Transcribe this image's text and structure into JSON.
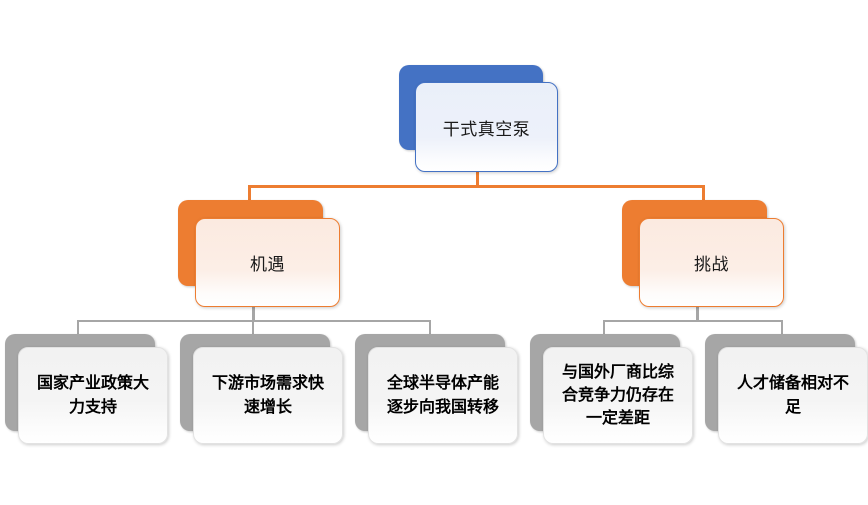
{
  "diagram": {
    "title": "干式真空泵",
    "type": "hierarchy-tree",
    "colors": {
      "root": "#4472C4",
      "branch": "#ED7D31",
      "leaf": "#A6A6A6",
      "root_fill": "#EAEFF9",
      "branch_fill": "#FBEAE0",
      "leaf_fill": "#F2F2F2",
      "connector_branch": "#ED7D31",
      "connector_leaf": "#A6A6A6",
      "text": "#000000",
      "background": "#FFFFFF"
    },
    "levels": [
      {
        "level": 1,
        "color": "#4472C4",
        "nodes": [
          {
            "id": "root",
            "label": "干式真空泵"
          }
        ]
      },
      {
        "level": 2,
        "color": "#ED7D31",
        "nodes": [
          {
            "id": "opportunity",
            "label": "机遇"
          },
          {
            "id": "challenge",
            "label": "挑战"
          }
        ]
      },
      {
        "level": 3,
        "color": "#A6A6A6",
        "nodes": [
          {
            "id": "leaf1",
            "label": "国家产业政策大\n力支持",
            "parent": "opportunity"
          },
          {
            "id": "leaf2",
            "label": "下游市场需求快\n速增长",
            "parent": "opportunity"
          },
          {
            "id": "leaf3",
            "label": "全球半导体产能\n逐步向我国转移",
            "parent": "opportunity"
          },
          {
            "id": "leaf4",
            "label": "与国外厂商比综\n合竞争力仍存在\n一定差距",
            "parent": "challenge"
          },
          {
            "id": "leaf5",
            "label": "人才储备相对不\n足",
            "parent": "challenge"
          }
        ]
      }
    ]
  }
}
